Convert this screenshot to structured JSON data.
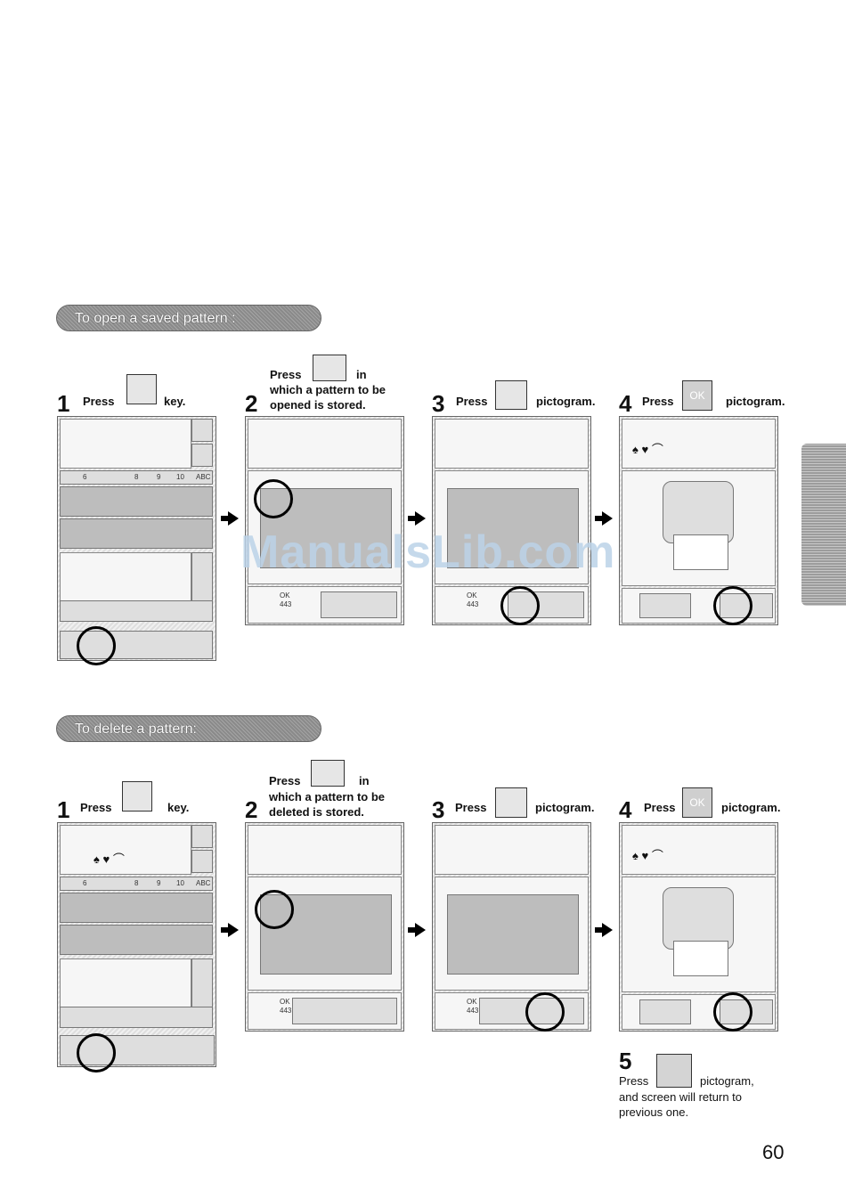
{
  "section_open": {
    "heading": "To open a saved pattern :",
    "steps": [
      {
        "num": "1",
        "press": "Press",
        "after": "key."
      },
      {
        "num": "2",
        "press": "Press",
        "after": "in",
        "line2": "which a pattern to be",
        "line3": "opened is stored."
      },
      {
        "num": "3",
        "press": "Press",
        "after": "pictogram."
      },
      {
        "num": "4",
        "press": "Press",
        "after": "pictogram.",
        "key_label": "OK"
      }
    ]
  },
  "section_delete": {
    "heading": "To delete a pattern:",
    "steps": [
      {
        "num": "1",
        "press": "Press",
        "after": "key."
      },
      {
        "num": "2",
        "press": "Press",
        "after": "in",
        "line2": "which a pattern to be",
        "line3": "deleted is stored."
      },
      {
        "num": "3",
        "press": "Press",
        "after": "pictogram."
      },
      {
        "num": "4",
        "press": "Press",
        "after": "pictogram.",
        "key_label": "OK"
      },
      {
        "num": "5",
        "press": "Press",
        "after": "pictogram,",
        "line2": "and screen will return to",
        "line3": "previous one."
      }
    ]
  },
  "screen_text": {
    "tab_numbers": [
      "6",
      "8",
      "9",
      "10"
    ],
    "abc": "ABC",
    "ok_label": "OK",
    "ok_count": "443",
    "symbols": "♠ ♥ ⌒"
  },
  "watermark": "ManualsLib.com",
  "page_number": "60"
}
